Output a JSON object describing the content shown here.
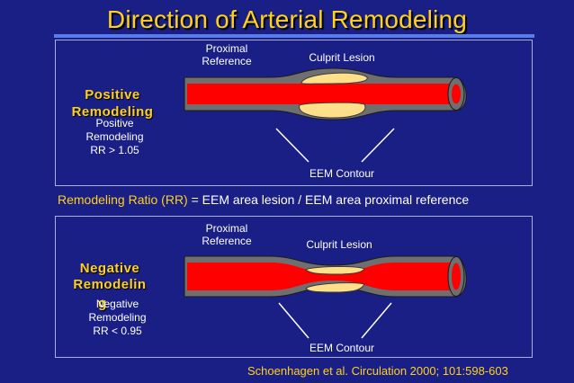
{
  "title": "Direction of Arterial Remodeling",
  "positive": {
    "heading": "Positive Remodeling",
    "sub_lines": [
      "Positive",
      "Remodeling",
      "RR > 1.05"
    ],
    "proximal_reference": [
      "Proximal",
      "Reference"
    ],
    "culprit_lesion": "Culprit Lesion",
    "eem_contour": "EEM  Contour"
  },
  "ratio": {
    "name": "Remodeling Ratio (RR)",
    "definition": " = EEM area lesion / EEM area proximal reference"
  },
  "negative": {
    "heading_lines": [
      "Negative",
      "Remodelin",
      "g"
    ],
    "sub_lines": [
      "Negative",
      "Remodeling",
      "RR < 0.95"
    ],
    "proximal_reference": [
      "Proximal",
      "Reference"
    ],
    "culprit_lesion": "Culprit Lesion",
    "eem_contour": "EEM  Contour"
  },
  "citation": "Schoenhagen et al. Circulation 2000; 101:598-603",
  "colors": {
    "background": "#1a1f86",
    "title": "#ffd11a",
    "vessel_wall": "#6f6f6f",
    "lumen": "#ff0000",
    "plaque": "#ffe08a"
  }
}
